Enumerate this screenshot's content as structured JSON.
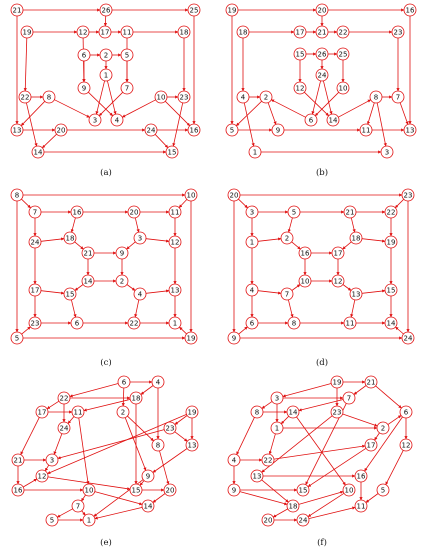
{
  "edge_color": "#e01010",
  "panels": [
    {
      "caption": "(a)",
      "nodes": [
        "21",
        "26",
        "25",
        "19",
        "12",
        "17",
        "11",
        "18",
        "6",
        "2",
        "5",
        "1",
        "9",
        "7",
        "22",
        "8",
        "3",
        "4",
        "10",
        "23",
        "13",
        "20",
        "24",
        "16",
        "14",
        "15"
      ],
      "edges": [
        [
          "21",
          "26"
        ],
        [
          "26",
          "25"
        ],
        [
          "21",
          "13"
        ],
        [
          "25",
          "16"
        ],
        [
          "19",
          "12"
        ],
        [
          "12",
          "17"
        ],
        [
          "17",
          "11"
        ],
        [
          "11",
          "18"
        ],
        [
          "19",
          "22"
        ],
        [
          "18",
          "23"
        ],
        [
          "26",
          "17"
        ],
        [
          "12",
          "9"
        ],
        [
          "11",
          "7"
        ],
        [
          "6",
          "2"
        ],
        [
          "2",
          "5"
        ],
        [
          "6",
          "9"
        ],
        [
          "5",
          "7"
        ],
        [
          "2",
          "1"
        ],
        [
          "1",
          "3"
        ],
        [
          "1",
          "4"
        ],
        [
          "9",
          "4"
        ],
        [
          "7",
          "3"
        ],
        [
          "22",
          "8"
        ],
        [
          "22",
          "14"
        ],
        [
          "8",
          "13"
        ],
        [
          "8",
          "3"
        ],
        [
          "10",
          "23"
        ],
        [
          "10",
          "4"
        ],
        [
          "10",
          "16"
        ],
        [
          "23",
          "15"
        ],
        [
          "13",
          "20"
        ],
        [
          "20",
          "24"
        ],
        [
          "24",
          "16"
        ],
        [
          "14",
          "15"
        ],
        [
          "20",
          "14"
        ],
        [
          "24",
          "15"
        ]
      ]
    },
    {
      "caption": "(b)",
      "nodes": [
        "19",
        "20",
        "16",
        "18",
        "17",
        "21",
        "22",
        "23",
        "15",
        "26",
        "25",
        "24",
        "12",
        "10",
        "4",
        "2",
        "6",
        "14",
        "8",
        "7",
        "5",
        "9",
        "11",
        "13",
        "1",
        "3"
      ],
      "edges": [
        [
          "19",
          "20"
        ],
        [
          "20",
          "16"
        ],
        [
          "19",
          "5"
        ],
        [
          "16",
          "13"
        ],
        [
          "18",
          "17"
        ],
        [
          "17",
          "21"
        ],
        [
          "21",
          "22"
        ],
        [
          "22",
          "23"
        ],
        [
          "18",
          "4"
        ],
        [
          "23",
          "7"
        ],
        [
          "20",
          "21"
        ],
        [
          "15",
          "26"
        ],
        [
          "26",
          "25"
        ],
        [
          "15",
          "12"
        ],
        [
          "25",
          "10"
        ],
        [
          "26",
          "24"
        ],
        [
          "24",
          "6"
        ],
        [
          "24",
          "14"
        ],
        [
          "12",
          "14"
        ],
        [
          "10",
          "6"
        ],
        [
          "4",
          "2"
        ],
        [
          "4",
          "1"
        ],
        [
          "2",
          "9"
        ],
        [
          "2",
          "5"
        ],
        [
          "8",
          "7"
        ],
        [
          "8",
          "3"
        ],
        [
          "7",
          "13"
        ],
        [
          "8",
          "11"
        ],
        [
          "5",
          "9"
        ],
        [
          "9",
          "11"
        ],
        [
          "11",
          "13"
        ],
        [
          "1",
          "3"
        ],
        [
          "6",
          "2"
        ],
        [
          "14",
          "8"
        ]
      ]
    },
    {
      "caption": "(c)",
      "nodes": [
        "8",
        "10",
        "7",
        "16",
        "20",
        "11",
        "24",
        "18",
        "3",
        "12",
        "21",
        "9",
        "14",
        "2",
        "17",
        "15",
        "4",
        "13",
        "23",
        "6",
        "22",
        "1",
        "5",
        "19"
      ],
      "edges": [
        [
          "8",
          "10"
        ],
        [
          "8",
          "5"
        ],
        [
          "10",
          "19"
        ],
        [
          "5",
          "19"
        ],
        [
          "8",
          "7"
        ],
        [
          "10",
          "11"
        ],
        [
          "5",
          "23"
        ],
        [
          "19",
          "1"
        ],
        [
          "7",
          "16"
        ],
        [
          "16",
          "20"
        ],
        [
          "20",
          "11"
        ],
        [
          "7",
          "24"
        ],
        [
          "11",
          "12"
        ],
        [
          "24",
          "17"
        ],
        [
          "12",
          "13"
        ],
        [
          "17",
          "23"
        ],
        [
          "13",
          "1"
        ],
        [
          "23",
          "6"
        ],
        [
          "6",
          "22"
        ],
        [
          "22",
          "1"
        ],
        [
          "16",
          "18"
        ],
        [
          "20",
          "3"
        ],
        [
          "24",
          "18"
        ],
        [
          "3",
          "12"
        ],
        [
          "18",
          "21"
        ],
        [
          "3",
          "9"
        ],
        [
          "21",
          "14"
        ],
        [
          "9",
          "2"
        ],
        [
          "14",
          "2"
        ],
        [
          "2",
          "4"
        ],
        [
          "14",
          "15"
        ],
        [
          "17",
          "15"
        ],
        [
          "15",
          "6"
        ],
        [
          "4",
          "13"
        ],
        [
          "4",
          "22"
        ],
        [
          "21",
          "9"
        ]
      ]
    },
    {
      "caption": "(d)",
      "nodes": [
        "20",
        "23",
        "3",
        "5",
        "21",
        "22",
        "1",
        "2",
        "18",
        "19",
        "16",
        "17",
        "10",
        "12",
        "4",
        "7",
        "13",
        "15",
        "6",
        "8",
        "11",
        "14",
        "9",
        "24"
      ],
      "edges": [
        [
          "20",
          "23"
        ],
        [
          "20",
          "9"
        ],
        [
          "23",
          "24"
        ],
        [
          "9",
          "24"
        ],
        [
          "20",
          "3"
        ],
        [
          "23",
          "22"
        ],
        [
          "9",
          "6"
        ],
        [
          "24",
          "14"
        ],
        [
          "3",
          "5"
        ],
        [
          "5",
          "21"
        ],
        [
          "21",
          "22"
        ],
        [
          "3",
          "1"
        ],
        [
          "22",
          "19"
        ],
        [
          "1",
          "4"
        ],
        [
          "19",
          "15"
        ],
        [
          "4",
          "6"
        ],
        [
          "15",
          "14"
        ],
        [
          "6",
          "8"
        ],
        [
          "8",
          "11"
        ],
        [
          "11",
          "14"
        ],
        [
          "5",
          "2"
        ],
        [
          "21",
          "18"
        ],
        [
          "1",
          "2"
        ],
        [
          "18",
          "19"
        ],
        [
          "2",
          "16"
        ],
        [
          "18",
          "17"
        ],
        [
          "16",
          "10"
        ],
        [
          "17",
          "12"
        ],
        [
          "10",
          "12"
        ],
        [
          "16",
          "17"
        ],
        [
          "4",
          "7"
        ],
        [
          "7",
          "8"
        ],
        [
          "7",
          "10"
        ],
        [
          "12",
          "13"
        ],
        [
          "13",
          "15"
        ],
        [
          "13",
          "11"
        ]
      ]
    },
    {
      "caption": "(e)",
      "nodes": [
        "6",
        "4",
        "22",
        "18",
        "17",
        "11",
        "2",
        "19",
        "24",
        "23",
        "13",
        "8",
        "21",
        "3",
        "12",
        "9",
        "16",
        "10",
        "15",
        "20",
        "7",
        "14",
        "5",
        "1"
      ],
      "edges": [
        [
          "6",
          "4"
        ],
        [
          "22",
          "18"
        ],
        [
          "17",
          "11"
        ],
        [
          "6",
          "22"
        ],
        [
          "4",
          "18"
        ],
        [
          "22",
          "17"
        ],
        [
          "18",
          "11"
        ],
        [
          "6",
          "2"
        ],
        [
          "4",
          "8"
        ],
        [
          "17",
          "21"
        ],
        [
          "22",
          "24"
        ],
        [
          "11",
          "24"
        ],
        [
          "2",
          "9"
        ],
        [
          "8",
          "20"
        ],
        [
          "21",
          "16"
        ],
        [
          "24",
          "3"
        ],
        [
          "18",
          "15"
        ],
        [
          "11",
          "10"
        ],
        [
          "19",
          "23"
        ],
        [
          "23",
          "13"
        ],
        [
          "19",
          "12"
        ],
        [
          "23",
          "3"
        ],
        [
          "13",
          "9"
        ],
        [
          "21",
          "3"
        ],
        [
          "3",
          "12"
        ],
        [
          "12",
          "15"
        ],
        [
          "16",
          "10"
        ],
        [
          "16",
          "12"
        ],
        [
          "9",
          "15"
        ],
        [
          "15",
          "20"
        ],
        [
          "10",
          "7"
        ],
        [
          "10",
          "14"
        ],
        [
          "9",
          "1"
        ],
        [
          "7",
          "5"
        ],
        [
          "7",
          "1"
        ],
        [
          "20",
          "14"
        ],
        [
          "14",
          "1"
        ],
        [
          "5",
          "1"
        ],
        [
          "2",
          "8"
        ],
        [
          "19",
          "13"
        ]
      ]
    },
    {
      "caption": "(f)",
      "nodes": [
        "19",
        "21",
        "3",
        "7",
        "8",
        "14",
        "23",
        "6",
        "1",
        "2",
        "12",
        "4",
        "22",
        "17",
        "13",
        "16",
        "9",
        "15",
        "10",
        "5",
        "18",
        "11",
        "20",
        "24"
      ],
      "edges": [
        [
          "19",
          "21"
        ],
        [
          "3",
          "7"
        ],
        [
          "8",
          "14"
        ],
        [
          "19",
          "3"
        ],
        [
          "21",
          "7"
        ],
        [
          "3",
          "8"
        ],
        [
          "7",
          "14"
        ],
        [
          "19",
          "23"
        ],
        [
          "21",
          "6"
        ],
        [
          "8",
          "4"
        ],
        [
          "3",
          "1"
        ],
        [
          "14",
          "1"
        ],
        [
          "23",
          "13"
        ],
        [
          "6",
          "16"
        ],
        [
          "4",
          "9"
        ],
        [
          "1",
          "22"
        ],
        [
          "7",
          "15"
        ],
        [
          "14",
          "10"
        ],
        [
          "2",
          "6"
        ],
        [
          "6",
          "12"
        ],
        [
          "2",
          "17"
        ],
        [
          "12",
          "5"
        ],
        [
          "4",
          "22"
        ],
        [
          "22",
          "17"
        ],
        [
          "17",
          "15"
        ],
        [
          "9",
          "18"
        ],
        [
          "9",
          "15"
        ],
        [
          "13",
          "16"
        ],
        [
          "16",
          "11"
        ],
        [
          "18",
          "10"
        ],
        [
          "10",
          "24"
        ],
        [
          "18",
          "20"
        ],
        [
          "20",
          "24"
        ],
        [
          "24",
          "11"
        ],
        [
          "5",
          "11"
        ],
        [
          "13",
          "18"
        ],
        [
          "23",
          "2"
        ],
        [
          "1",
          "2"
        ]
      ]
    }
  ]
}
